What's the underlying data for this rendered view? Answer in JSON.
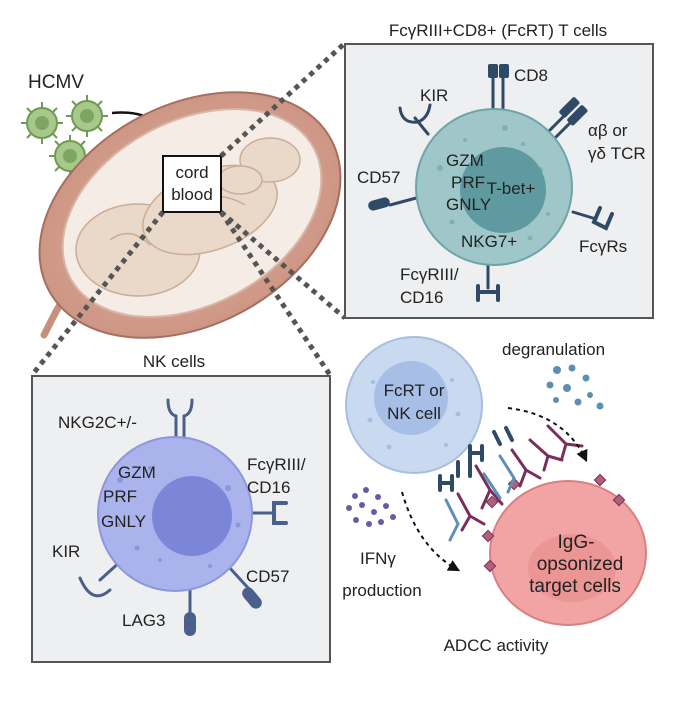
{
  "virus_label": "HCMV",
  "cord_blood": {
    "line1": "cord",
    "line2": "blood"
  },
  "fcrt_panel": {
    "title": "FcγRIII+CD8+ (FcRT) T cells",
    "receptors": {
      "kir": "KIR",
      "cd8": "CD8",
      "tcr_line1": "αβ or",
      "tcr_line2": "γδ TCR",
      "cd57": "CD57",
      "fcgrs": "FcγRs",
      "fcgriii_line1": "FcγRIII/",
      "fcgriii_line2": "CD16"
    },
    "granules": {
      "gzm": "GZM",
      "prf": "PRF",
      "gnly": "GNLY"
    },
    "nucleus": "T-bet+",
    "nkg7": "NKG7+",
    "colors": {
      "cell": "#9fc6c9",
      "nucleus": "#5e9aa0",
      "receptor": "#2e4a66"
    }
  },
  "nk_panel": {
    "title": "NK cells",
    "receptors": {
      "nkg2c": "NKG2C+/-",
      "fcgriii_line1": "FcγRIII/",
      "fcgriii_line2": "CD16",
      "kir": "KIR",
      "cd57": "CD57",
      "lag3": "LAG3"
    },
    "granules": {
      "gzm": "GZM",
      "prf": "PRF",
      "gnly": "GNLY"
    },
    "colors": {
      "cell": "#aab3ec",
      "nucleus": "#7b86d9",
      "receptor": "#4a5f8a"
    }
  },
  "adcc": {
    "effector_line1": "FcRT or",
    "effector_line2": "NK cell",
    "degranulation": "degranulation",
    "ifng_line1": "IFNγ",
    "ifng_line2": "production",
    "target_line1": "IgG-",
    "target_line2": "opsonized",
    "target_line3": "target cells",
    "footer": "ADCC activity",
    "colors": {
      "effector": "#c9d9ef",
      "target": "#f2a3a3",
      "antibody": "#7a2e5a"
    }
  }
}
